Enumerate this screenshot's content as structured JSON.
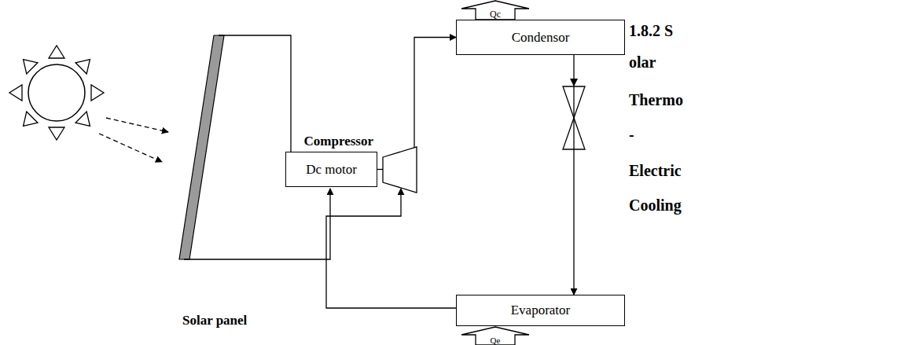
{
  "diagram": {
    "nodes": [
      {
        "text": [
          "Qc"
        ]
      },
      {
        "text": [
          "Condensor"
        ]
      },
      {
        "text": [
          "Compressor"
        ]
      },
      {
        "text": [
          "Dc motor"
        ]
      },
      {
        "text": [
          "Evaporator"
        ]
      },
      {
        "text": [
          "Qe"
        ]
      }
    ],
    "edges": [
      {
        "from": 2,
        "to": 1,
        "arrow": "to"
      },
      {
        "from": 1,
        "to": 4,
        "arrow": "to"
      },
      {
        "from": 4,
        "to": 2,
        "arrow": "to"
      },
      {
        "from": 3,
        "to": 2,
        "arrow": "none"
      }
    ],
    "labels": [
      "Solar panel",
      "1.8.2 S",
      "olar",
      "Thermo",
      "-",
      "Electric",
      "Cooling"
    ]
  }
}
